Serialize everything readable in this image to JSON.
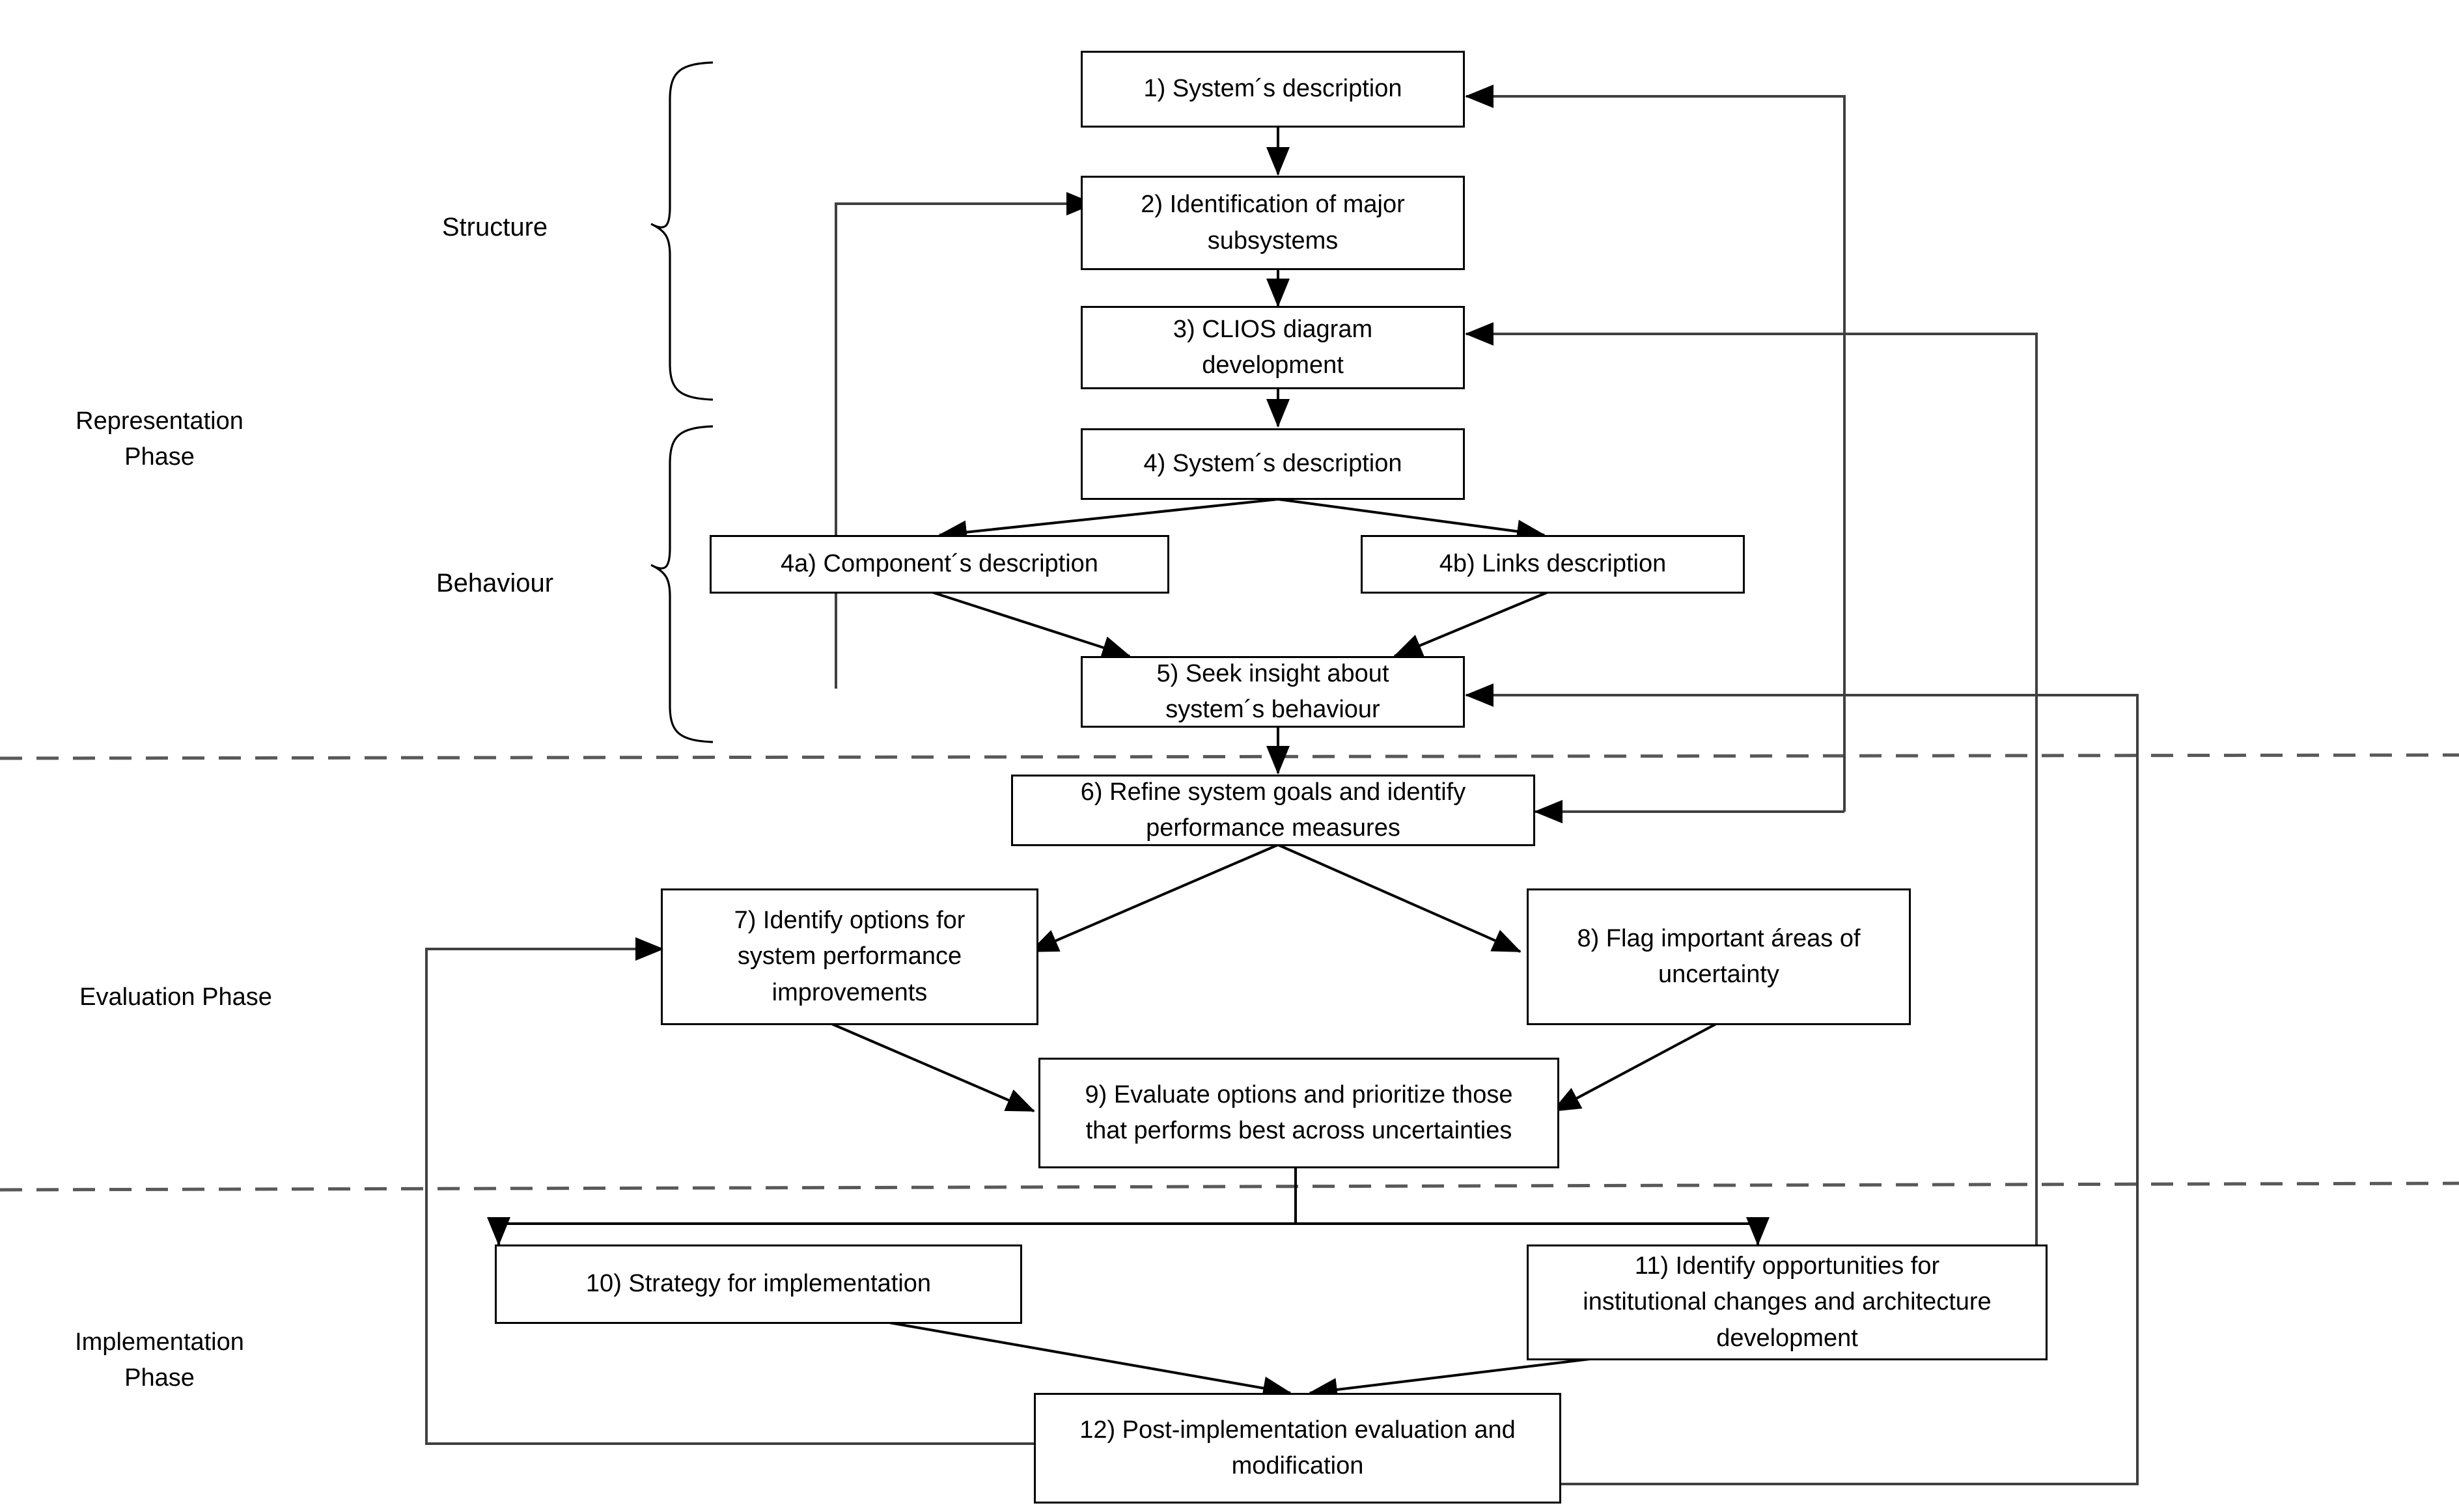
{
  "diagram": {
    "title": "CLIOS process framework flowchart",
    "phases": [
      {
        "id": "representation",
        "label": "Representation\nPhase"
      },
      {
        "id": "evaluation",
        "label": "Evaluation Phase"
      },
      {
        "id": "implementation",
        "label": "Implementation\nPhase"
      }
    ],
    "groups": [
      {
        "id": "structure",
        "label": "Structure"
      },
      {
        "id": "behaviour",
        "label": "Behaviour"
      }
    ],
    "nodes": [
      {
        "id": "n1",
        "label": "1) System´s description"
      },
      {
        "id": "n2",
        "label": "2) Identification of major\nsubsystems"
      },
      {
        "id": "n3",
        "label": "3) CLIOS diagram\ndevelopment"
      },
      {
        "id": "n4",
        "label": "4) System´s description"
      },
      {
        "id": "n4a",
        "label": "4a) Component´s description"
      },
      {
        "id": "n4b",
        "label": "4b) Links description"
      },
      {
        "id": "n5",
        "label": "5) Seek insight about\nsystem´s behaviour"
      },
      {
        "id": "n6",
        "label": "6) Refine system goals and identify\nperformance measures"
      },
      {
        "id": "n7",
        "label": "7) Identify options for\nsystem performance\nimprovements"
      },
      {
        "id": "n8",
        "label": "8) Flag important áreas of\nuncertainty"
      },
      {
        "id": "n9",
        "label": "9) Evaluate options and prioritize those\nthat performs best across uncertainties"
      },
      {
        "id": "n10",
        "label": "10) Strategy for implementation"
      },
      {
        "id": "n11",
        "label": "11) Identify opportunities for\ninstitutional changes and architecture\ndevelopment"
      },
      {
        "id": "n12",
        "label": "12) Post-implementation evaluation and\nmodification"
      }
    ],
    "colors": {
      "stroke": "#000000",
      "line": "#404040",
      "divider": "#595959",
      "background": "#ffffff"
    },
    "edges": [
      {
        "from": "n1",
        "to": "n2",
        "kind": "straight-down"
      },
      {
        "from": "n2",
        "to": "n3",
        "kind": "straight-down"
      },
      {
        "from": "n3",
        "to": "n4",
        "kind": "straight-down"
      },
      {
        "from": "n4",
        "to": "n4a",
        "kind": "diagonal-left"
      },
      {
        "from": "n4",
        "to": "n4b",
        "kind": "diagonal-right"
      },
      {
        "from": "n4a",
        "to": "n5",
        "kind": "diagonal-right"
      },
      {
        "from": "n4b",
        "to": "n5",
        "kind": "diagonal-left"
      },
      {
        "from": "n5",
        "to": "n6",
        "kind": "straight-down"
      },
      {
        "from": "n6",
        "to": "n7",
        "kind": "diagonal-left"
      },
      {
        "from": "n6",
        "to": "n8",
        "kind": "diagonal-right"
      },
      {
        "from": "n7",
        "to": "n9",
        "kind": "diagonal-right"
      },
      {
        "from": "n8",
        "to": "n9",
        "kind": "diagonal-left"
      },
      {
        "from": "n9",
        "to": "n10",
        "kind": "orthogonal-split"
      },
      {
        "from": "n9",
        "to": "n11",
        "kind": "orthogonal-split"
      },
      {
        "from": "n10",
        "to": "n12",
        "kind": "diagonal-right"
      },
      {
        "from": "n11",
        "to": "n12",
        "kind": "diagonal-left"
      },
      {
        "from": "n4a",
        "to": "n2",
        "kind": "feedback-left"
      },
      {
        "from": "n12",
        "to": "n7",
        "kind": "feedback-left"
      },
      {
        "from": "n12",
        "to": "n1",
        "kind": "feedback-right"
      },
      {
        "from": "n12",
        "to": "n3",
        "kind": "feedback-right"
      },
      {
        "from": "n12",
        "to": "n5",
        "kind": "feedback-right"
      },
      {
        "from": "n12",
        "to": "n6",
        "kind": "feedback-right"
      },
      {
        "from": "n11",
        "to": "n3",
        "kind": "feedback-right"
      }
    ]
  }
}
